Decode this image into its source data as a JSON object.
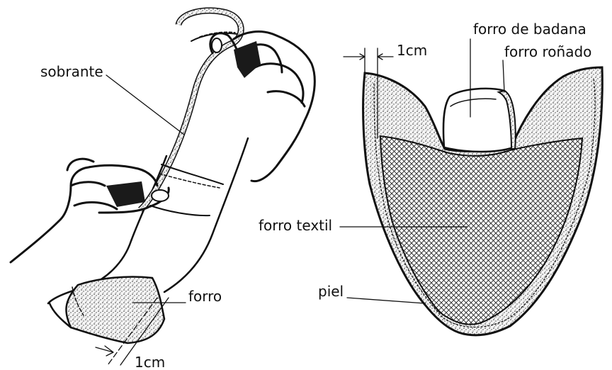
{
  "colors": {
    "ink": "#111111",
    "paper": "#ffffff",
    "stipple": "#f1f1f1"
  },
  "left_figure": {
    "labels": {
      "sobrante": "sobrante",
      "forro": "forro",
      "dimension": "1cm"
    }
  },
  "right_figure": {
    "labels": {
      "dimension": "1cm",
      "forro_de_badana": "forro de badana",
      "forro_ronado": "forro roñado",
      "forro_textil": "forro textil",
      "piel": "piel"
    }
  }
}
